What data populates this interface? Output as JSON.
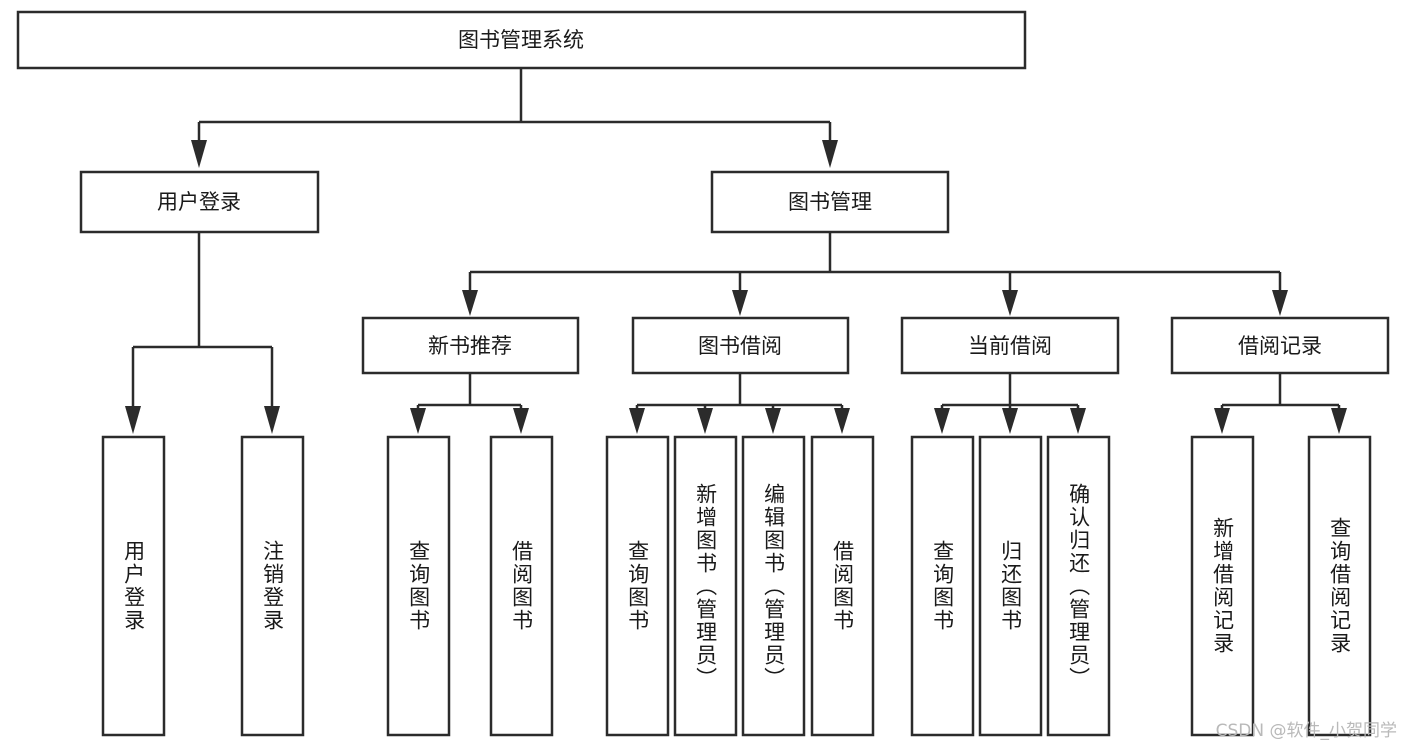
{
  "diagram": {
    "type": "tree",
    "title": "图书管理系统",
    "watermark": "CSDN @软件_小贺同学",
    "root": {
      "id": "root",
      "label": "图书管理系统"
    },
    "level1": [
      {
        "id": "user-login",
        "label": "用户登录"
      },
      {
        "id": "book-manage",
        "label": "图书管理"
      }
    ],
    "level2": [
      {
        "id": "new-book-recommend",
        "label": "新书推荐",
        "parent": "book-manage"
      },
      {
        "id": "book-borrow",
        "label": "图书借阅",
        "parent": "book-manage"
      },
      {
        "id": "current-borrow",
        "label": "当前借阅",
        "parent": "book-manage"
      },
      {
        "id": "borrow-record",
        "label": "借阅记录",
        "parent": "book-manage"
      }
    ],
    "leaves": {
      "user-login": [
        {
          "id": "leaf-user-login",
          "label": "用户登录"
        },
        {
          "id": "leaf-logout",
          "label": "注销登录"
        }
      ],
      "new-book-recommend": [
        {
          "id": "leaf-query-book-1",
          "label": "查询图书"
        },
        {
          "id": "leaf-borrow-book-1",
          "label": "借阅图书"
        }
      ],
      "book-borrow": [
        {
          "id": "leaf-query-book-2",
          "label": "查询图书"
        },
        {
          "id": "leaf-add-book",
          "label": "新增图书（管理员）"
        },
        {
          "id": "leaf-edit-book",
          "label": "编辑图书（管理员）"
        },
        {
          "id": "leaf-borrow-book-2",
          "label": "借阅图书"
        }
      ],
      "current-borrow": [
        {
          "id": "leaf-query-book-3",
          "label": "查询图书"
        },
        {
          "id": "leaf-return-book",
          "label": "归还图书"
        },
        {
          "id": "leaf-confirm-return",
          "label": "确认归还（管理员）"
        }
      ],
      "borrow-record": [
        {
          "id": "leaf-add-record",
          "label": "新增借阅记录"
        },
        {
          "id": "leaf-query-record",
          "label": "查询借阅记录"
        }
      ]
    },
    "colors": {
      "stroke": "#2b2b2b",
      "fill": "#ffffff",
      "text": "#1a1a1a",
      "watermark": "#b9b9b9"
    }
  }
}
